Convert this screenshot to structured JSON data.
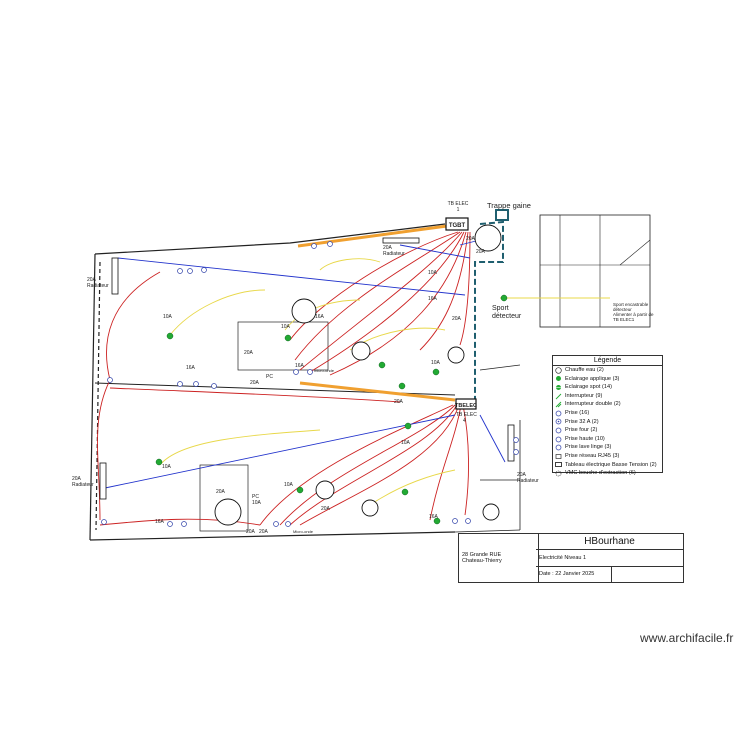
{
  "plan": {
    "tb_elec_1_label": "TB ELEC\n1",
    "tgbt_label": "TGBT",
    "trappe_label": "Trappe gaine",
    "tb_elec_4_label": "TB ELEC\n4",
    "tb_elec_box_label": "TBELEC",
    "sport_detecteur_label": "Sport\ndétecteur",
    "sport_note": "Sport encastrable\ndétecteur\nAlimenter à partir de\nTB ELEC1",
    "radiateur_labels": [
      "20A\nRadiateur",
      "20A\nRadiateur",
      "20A\nRadiateur",
      "20A\nRadiateur"
    ],
    "circuit_labels": [
      "10A",
      "10A",
      "10A",
      "16A",
      "16A",
      "20A",
      "20A",
      "10A",
      "16A",
      "20A",
      "10A",
      "10A",
      "16A",
      "16A",
      "20A",
      "20A",
      "10A",
      "16A",
      "20A",
      "20A",
      "20A",
      "20A",
      "10A",
      "16A",
      "16A",
      "10A",
      "20A",
      "20A"
    ],
    "micro_onde_label": "micro-onde",
    "pc_label": "PC\n10A",
    "lave_label": "Lave vais",
    "four_label": "Four"
  },
  "legend": {
    "title": "Légende",
    "items": [
      {
        "label": "Chauffe eau (2)",
        "icon": "water-heater-icon"
      },
      {
        "label": "Eclairage applique (3)",
        "icon": "wall-light-icon"
      },
      {
        "label": "Eclairage spot (14)",
        "icon": "spot-light-icon"
      },
      {
        "label": "Interrupteur (9)",
        "icon": "switch-icon"
      },
      {
        "label": "Interrupteur double (2)",
        "icon": "double-switch-icon"
      },
      {
        "label": "Prise (16)",
        "icon": "outlet-icon"
      },
      {
        "label": "Prise 32 A (2)",
        "icon": "outlet-32a-icon"
      },
      {
        "label": "Prise four (2)",
        "icon": "oven-outlet-icon"
      },
      {
        "label": "Prise haute (10)",
        "icon": "high-outlet-icon"
      },
      {
        "label": "Prise lave linge (3)",
        "icon": "washer-outlet-icon"
      },
      {
        "label": "Prise réseau RJ45 (3)",
        "icon": "rj45-outlet-icon"
      },
      {
        "label": "Tableau électrique Basse Tension (2)",
        "icon": "panel-icon"
      },
      {
        "label": "VMC bouche d'extraction (6)",
        "icon": "vmc-icon"
      }
    ]
  },
  "titleblock": {
    "name": "HBourhane",
    "address_line1": "28 Grande RUE",
    "address_line2": "Chateau-Thierry",
    "project": "Electricité Niveau 1",
    "date": "Date : 22 Janvier 2025"
  },
  "watermark": "www.archifacile.fr",
  "colors": {
    "wire_red": "#cc2222",
    "wire_yellow": "#e8d84a",
    "wire_blue": "#2233cc",
    "wire_orange": "#f0a030",
    "gaine_teal": "#1f5f6f",
    "symbol_green": "#22aa33"
  }
}
